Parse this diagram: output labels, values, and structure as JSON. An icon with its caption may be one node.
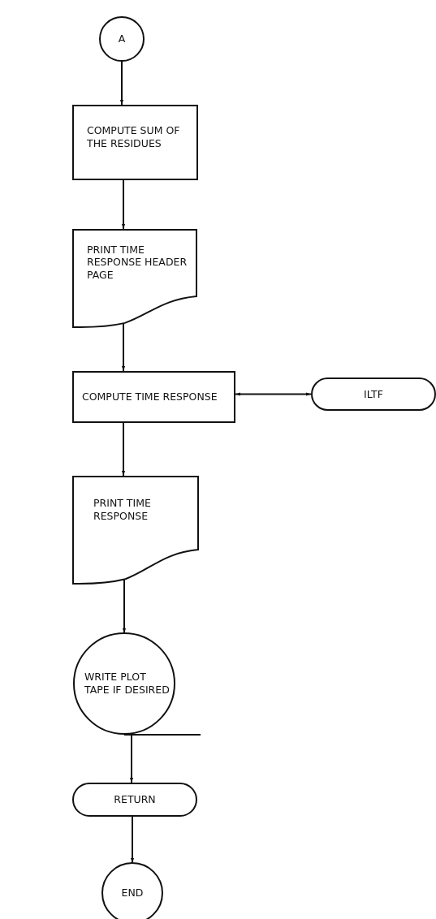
{
  "diagram": {
    "nodes": [
      {
        "text": [
          "A"
        ]
      },
      {
        "text": [
          "COMPUTE SUM OF THE RESIDUES"
        ]
      },
      {
        "text": [
          "PRINT TIME RESPONSE HEADER PAGE"
        ]
      },
      {
        "text": [
          "COMPUTE TIME RESPONSE"
        ]
      },
      {
        "text": [
          "ILTF"
        ]
      },
      {
        "text": [
          "PRINT TIME RESPONSE"
        ]
      },
      {
        "text": [
          "WRITE PLOT TAPE IF DESIRED"
        ]
      },
      {
        "text": [
          "RETURN"
        ]
      },
      {
        "text": [
          "END"
        ]
      }
    ],
    "edges": [
      {
        "from": 0,
        "to": 1,
        "arrow": "to"
      },
      {
        "from": 1,
        "to": 2,
        "arrow": "to"
      },
      {
        "from": 2,
        "to": 3,
        "arrow": "to"
      },
      {
        "from": 3,
        "to": 4,
        "arrow": "both"
      },
      {
        "from": 3,
        "to": 5,
        "arrow": "to"
      },
      {
        "from": 5,
        "to": 6,
        "arrow": "to"
      },
      {
        "from": 6,
        "to": null,
        "arrow": "none"
      },
      {
        "from": 6,
        "to": 7,
        "arrow": "to"
      },
      {
        "from": 7,
        "to": 8,
        "arrow": "to"
      }
    ]
  }
}
